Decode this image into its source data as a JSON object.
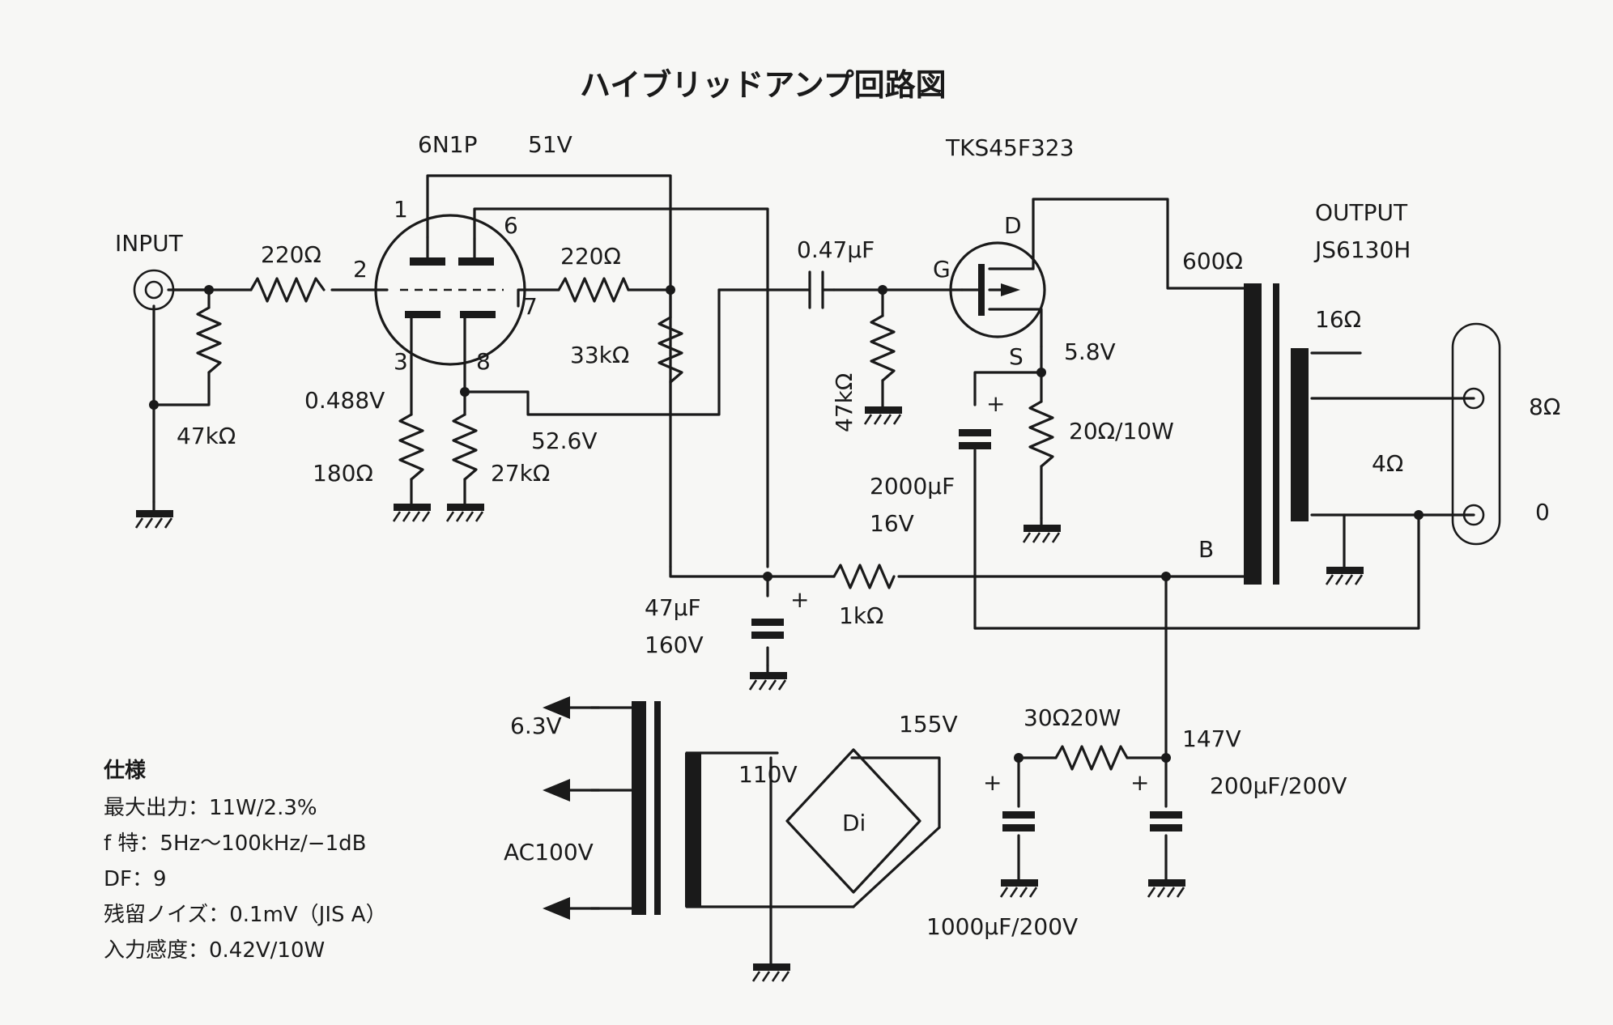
{
  "title": "ハイブリッドアンプ回路図",
  "labels": {
    "tube": "6N1P",
    "v51": "51V",
    "fet": "TKS45F323",
    "output": "OUTPUT",
    "transformer": "JS6130H",
    "input": "INPUT",
    "r220a": "220Ω",
    "pin2": "2",
    "pin1": "1",
    "pin6": "6",
    "pin7": "7",
    "pin3": "3",
    "pin8": "8",
    "v0488": "0.488V",
    "r47ka": "47kΩ",
    "r180": "180Ω",
    "r27k": "27kΩ",
    "v526": "52.6V",
    "r220b": "220Ω",
    "r33k": "33kΩ",
    "c047": "0.47μF",
    "r47kb": "47kΩ",
    "g": "G",
    "d": "D",
    "s": "S",
    "v58": "5.8V",
    "plus": "+",
    "r20": "20Ω/10W",
    "c2000": "2000μF",
    "c2000v": "16V",
    "z600": "600Ω",
    "b": "B",
    "t16": "16Ω",
    "t4": "4Ω",
    "t8": "8Ω",
    "t0": "0",
    "c47": "47μF",
    "c47v": "160V",
    "r1k": "1kΩ",
    "v155": "155V",
    "r30": "30Ω20W",
    "v147": "147V",
    "c200": "200μF/200V",
    "c1000": "1000μF/200V",
    "v110": "110V",
    "di": "Di",
    "v63": "6.3V",
    "ac": "AC100V"
  },
  "spec": {
    "heading": "仕様",
    "power": "最大出力：11W/2.3%",
    "frequency": "f 特：5Hz〜100kHz/−1dB",
    "df": "DF：9",
    "noise": "残留ノイズ：0.1mV（JIS A）",
    "sensitivity": "入力感度：0.42V/10W"
  }
}
